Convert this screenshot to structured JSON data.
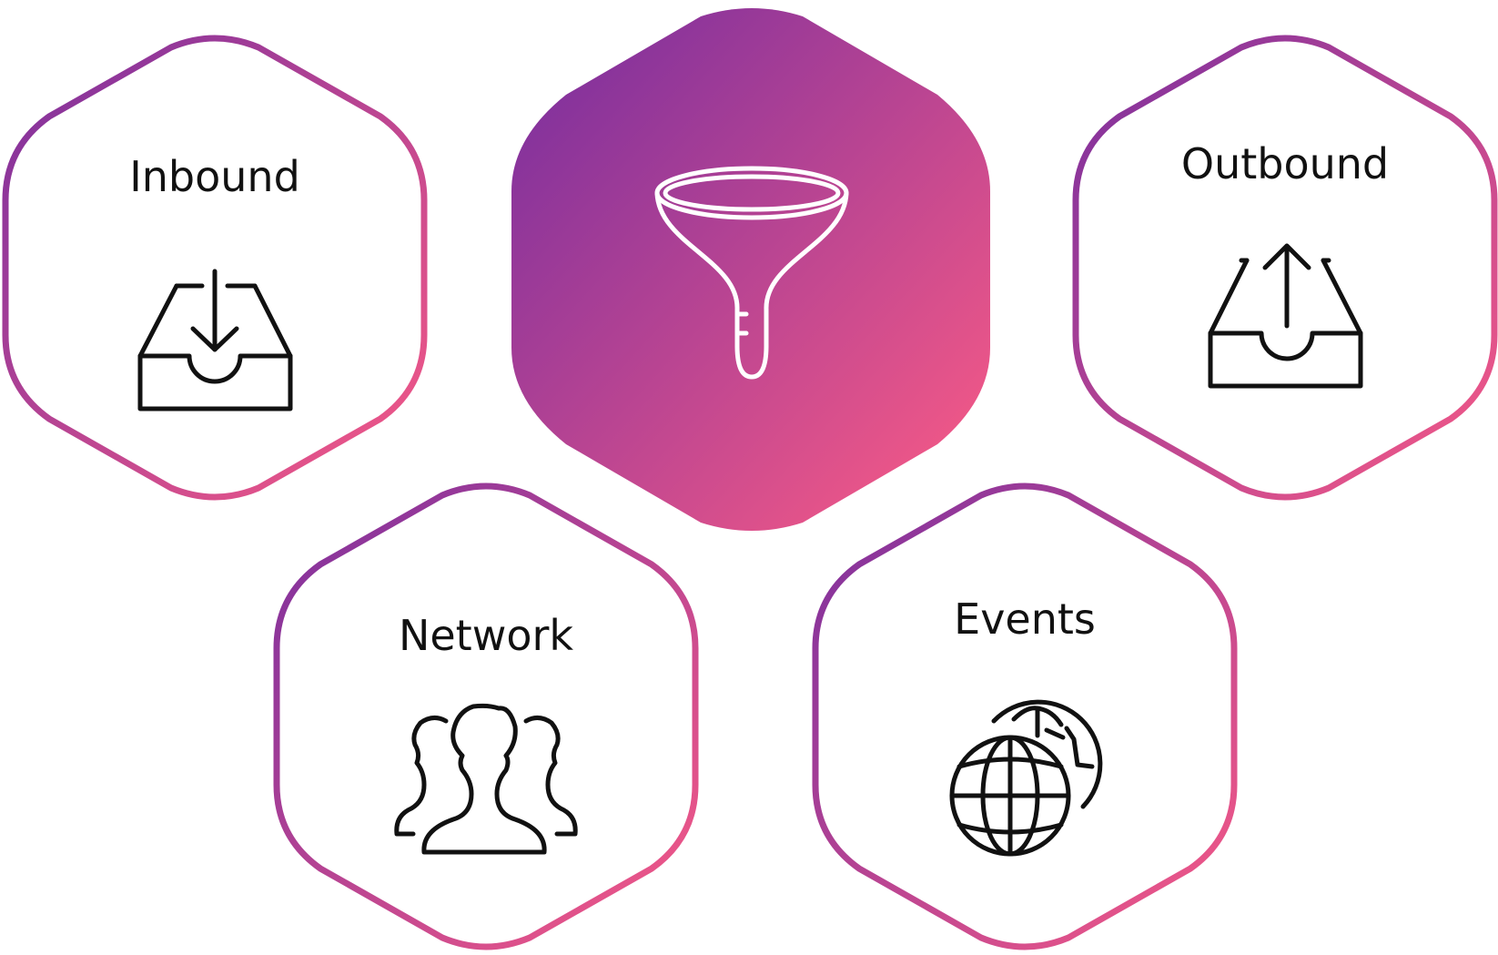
{
  "colors": {
    "gradient_start": "#7B2F9E",
    "gradient_end": "#F75A86",
    "icon_stroke": "#111111",
    "center_icon": "#FFFFFF",
    "background": "#FFFFFF"
  },
  "center": {
    "icon": "funnel-icon"
  },
  "nodes": [
    {
      "id": "inbound",
      "label": "Inbound",
      "icon": "inbox-download-icon"
    },
    {
      "id": "outbound",
      "label": "Outbound",
      "icon": "outbox-upload-icon"
    },
    {
      "id": "network",
      "label": "Network",
      "icon": "people-group-icon"
    },
    {
      "id": "events",
      "label": "Events",
      "icon": "globes-icon"
    }
  ]
}
